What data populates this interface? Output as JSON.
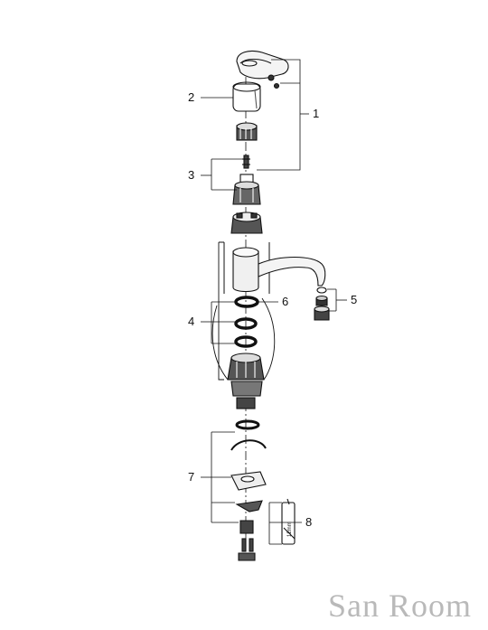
{
  "callouts": [
    "1",
    "2",
    "3",
    "4",
    "5",
    "6",
    "7",
    "8"
  ],
  "tool_label": "12mm",
  "watermark": "San Room"
}
